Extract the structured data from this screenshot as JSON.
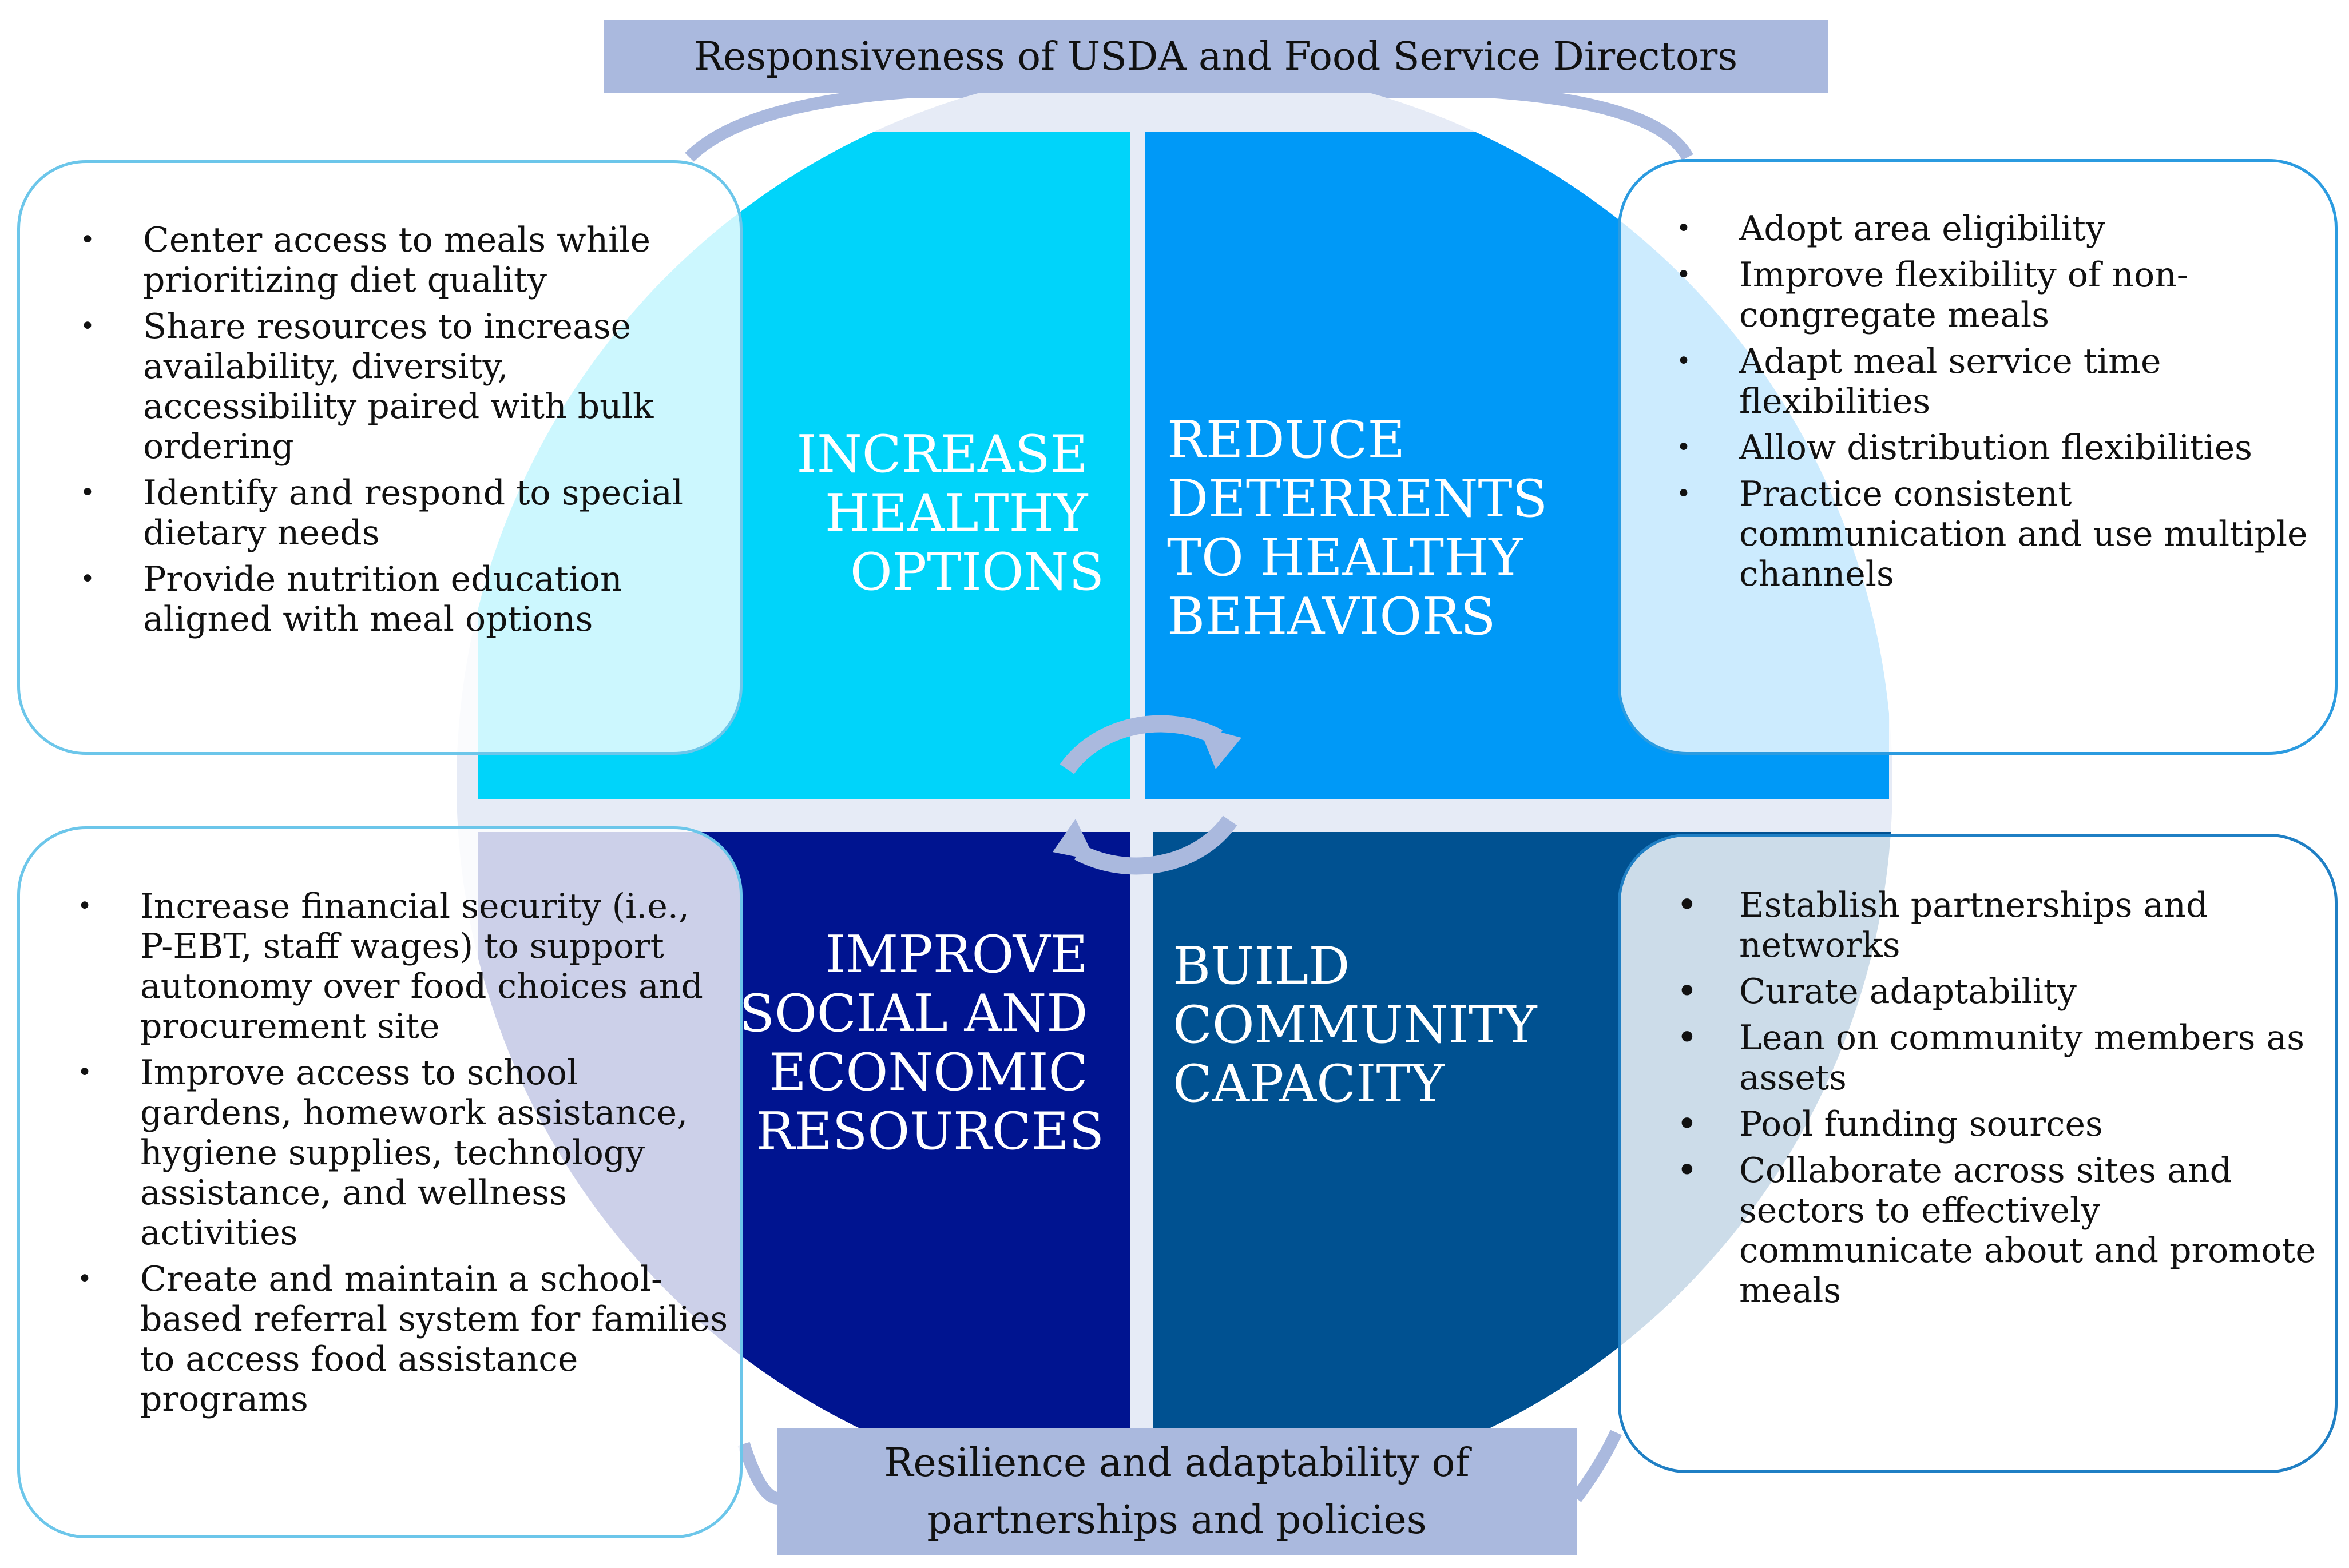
{
  "banners": {
    "top": "Responsiveness of USDA and Food Service Directors",
    "bottom_line1": "Resilience and adaptability of",
    "bottom_line2": "partnerships and policies"
  },
  "quadrants": {
    "top_left": {
      "title_lines": [
        "INCREASE",
        "HEALTHY",
        "OPTIONS"
      ],
      "color": "#00d4fa"
    },
    "top_right": {
      "title_lines": [
        "REDUCE",
        "DETERRENTS",
        "TO HEALTHY",
        "BEHAVIORS"
      ],
      "color": "#0099f7"
    },
    "bottom_left": {
      "title_lines": [
        "IMPROVE",
        "SOCIAL AND",
        "ECONOMIC",
        "RESOURCES"
      ],
      "color": "#001490"
    },
    "bottom_right": {
      "title_lines": [
        "BUILD",
        "COMMUNITY",
        "CAPACITY"
      ],
      "color": "#005191"
    }
  },
  "boxes": {
    "top_left": [
      "Center access to meals while prioritizing diet quality",
      "Share resources to increase availability, diversity, accessibility paired with bulk ordering",
      "Identify and respond to special dietary needs",
      "Provide nutrition education aligned with meal options"
    ],
    "top_right": [
      "Adopt area eligibility",
      "Improve flexibility of non-congregate meals",
      "Adapt meal service time flexibilities",
      "Allow distribution flexibilities",
      "Practice consistent communication and use multiple channels"
    ],
    "bottom_left": [
      "Increase financial security (i.e., P-EBT, staff wages) to support autonomy over food choices and procurement site",
      "Improve access to school gardens, homework assistance, hygiene supplies, technology assistance, and wellness activities",
      "Create and maintain a school-based referral system for families to access food assistance programs"
    ],
    "bottom_right": [
      "Establish partnerships and networks",
      "Curate adaptability",
      "Lean on community members as assets",
      "Pool funding sources",
      "Collaborate across sites and sectors to effectively communicate about and promote meals"
    ]
  },
  "colors": {
    "banner": "#aab9de",
    "halo": "#e6ebf6",
    "cycle_arrow": "#aab9de",
    "box_border_light": "#6cc6ea"
  }
}
